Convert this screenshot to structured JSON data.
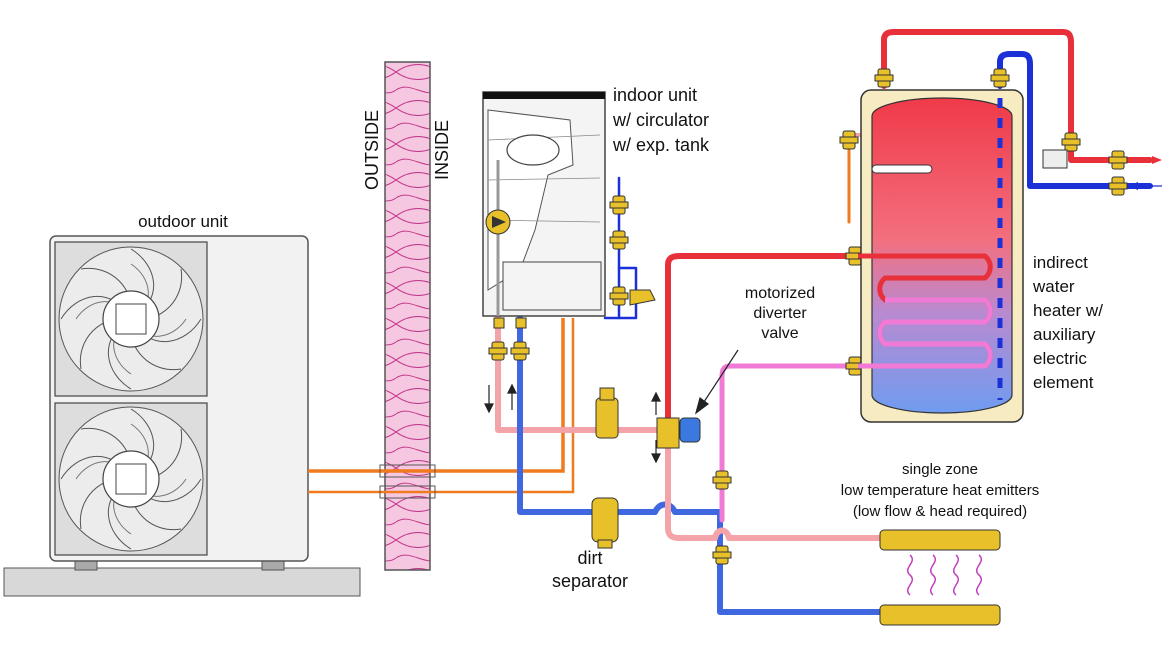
{
  "labels": {
    "outdoor_unit": "outdoor unit",
    "outside": "OUTSIDE",
    "inside": "INSIDE",
    "indoor_unit": [
      "indoor unit",
      "w/ circulator",
      "w/ exp. tank"
    ],
    "motorized_diverter_valve": [
      "motorized",
      "diverter",
      "valve"
    ],
    "indirect_water_heater": [
      "indirect",
      "water",
      "heater w/",
      "auxiliary",
      "electric",
      "element"
    ],
    "emitters": [
      "single zone",
      "low temperature heat emitters",
      "(low flow & head required)"
    ],
    "dirt_separator": [
      "dirt",
      "separator"
    ]
  },
  "colors": {
    "hot_supply": "#e8303a",
    "cold_return": "#3f67e0",
    "warm_return": "#f4a3a8",
    "pink_return": "#f07ad6",
    "refrigerant": "#f07a1e",
    "brass": "#e8c12a",
    "insulation": "#f6c7e0"
  }
}
